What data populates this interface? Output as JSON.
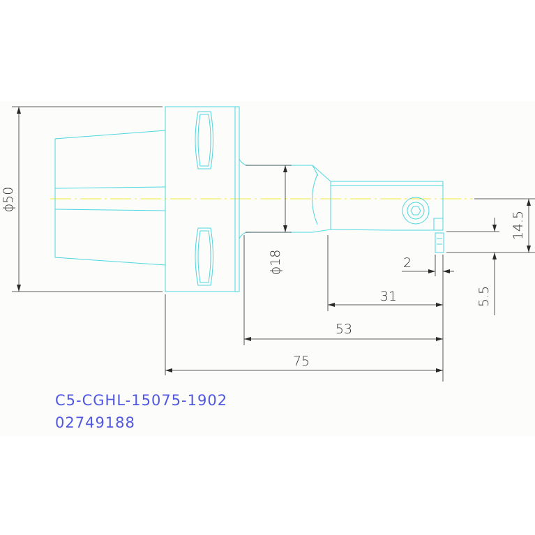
{
  "dimensions": {
    "diameter_flange": "ϕ50",
    "diameter_bar": "ϕ18",
    "length_total": "75",
    "length_53": "53",
    "length_31": "31",
    "offset_2": "2",
    "height_14_5": "14.5",
    "height_5_5": "5.5"
  },
  "part": {
    "code": "C5-CGHL-15075-1902",
    "number": "02749188"
  },
  "colors": {
    "outline": "#4fd6e0",
    "dimension": "#2a2a2a",
    "centerline": "#f2ea3a",
    "part_text": "#5058e0"
  }
}
